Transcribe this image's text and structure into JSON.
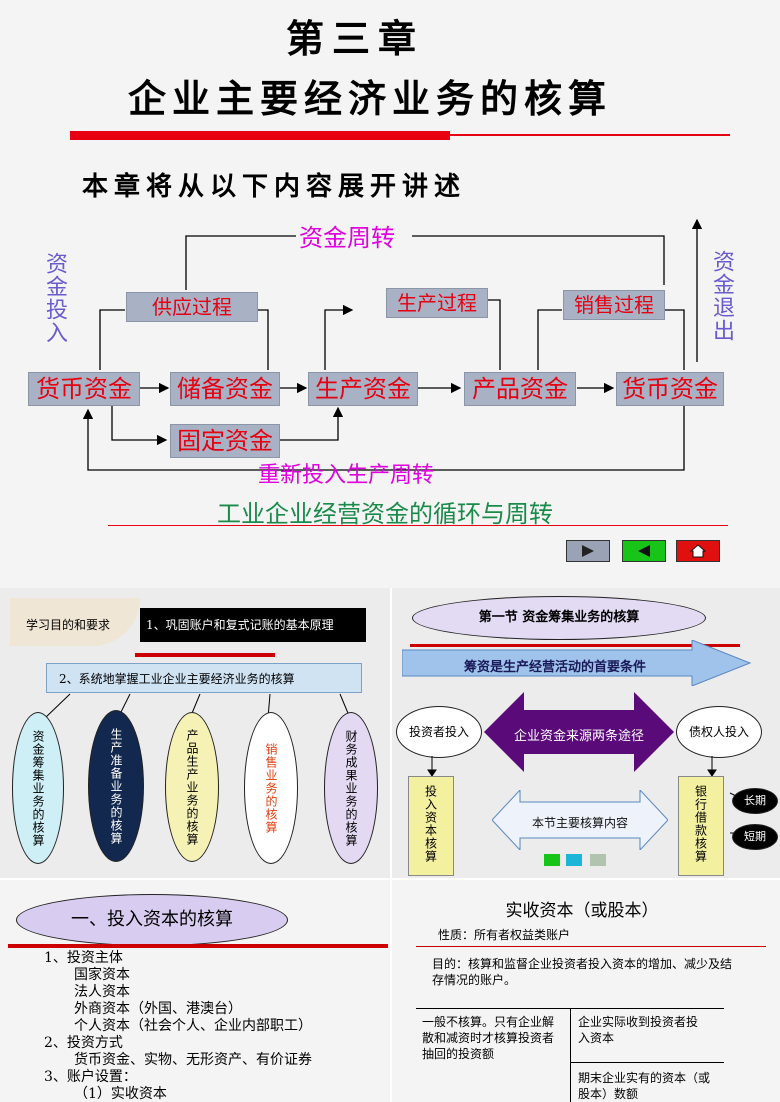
{
  "slide1": {
    "chapter": "第三章",
    "title": "企业主要经济业务的核算",
    "subtitle": "本章将从以下内容展开讲述",
    "labels": {
      "fund_turnover": "资金周转",
      "fund_in": "资金投入",
      "fund_out": "资金退出",
      "supply": "供应过程",
      "production": "生产过程",
      "sales": "销售过程",
      "money1": "货币资金",
      "reserve": "储备资金",
      "prod_fund": "生产资金",
      "product_fund": "产品资金",
      "money2": "货币资金",
      "fixed": "固定资金",
      "reinvest": "重新投入生产周转"
    },
    "caption": "工业企业经营资金的循环与周转",
    "nav": [
      "play-icon",
      "back-icon",
      "home-icon"
    ]
  },
  "slide2": {
    "header_left": "学习目的和要求",
    "point1": "1、巩固账户和复式记账的基本原理",
    "point2": "2、系统地掌握工业企业主要经济业务的核算",
    "items": [
      "资金筹集业务的核算",
      "生产准备业务的核算",
      "产品生产业务的核算",
      "销售业务的核算",
      "财务成果业务的核算"
    ]
  },
  "slide3": {
    "title": "第一节 资金筹集业务的核算",
    "arrow_text": "筹资是生产经营活动的首要条件",
    "investor": "投资者投入",
    "center": "企业资金来源两条途径",
    "creditor": "债权人投入",
    "left_col": "投入资本核算",
    "right_col": "银行借款核算",
    "long": "长期",
    "short": "短期",
    "content": "本节主要核算内容"
  },
  "slide4": {
    "heading": "一、投入资本的核算",
    "lines": [
      "1、投资主体",
      "国家资本",
      "法人资本",
      "外商资本（外国、港澳台）",
      "个人资本（社会个人、企业内部职工）",
      "2、投资方式",
      "货币资金、实物、无形资产、有价证券",
      "3、账户设置：",
      "（1）实收资本"
    ]
  },
  "slide5": {
    "heading": "实收资本（或股本）",
    "nature": "性质：所有者权益类账户",
    "purpose": "目的：核算和监督企业投资者投入资本的增加、减少及结存情况的账户。",
    "debit": "一般不核算。只有企业解散和减资时才核算投资者抽回的投资额",
    "credit": "企业实际收到投资者投入资本",
    "balance": "期末企业实有的资本（或股本）数额"
  },
  "colors": {
    "red": "#e60012",
    "magenta": "#e000e0",
    "blue_text": "#6a5acd",
    "green": "#1a8a4a",
    "box": "#a9b2c4",
    "purple": "#5b0a7a"
  }
}
